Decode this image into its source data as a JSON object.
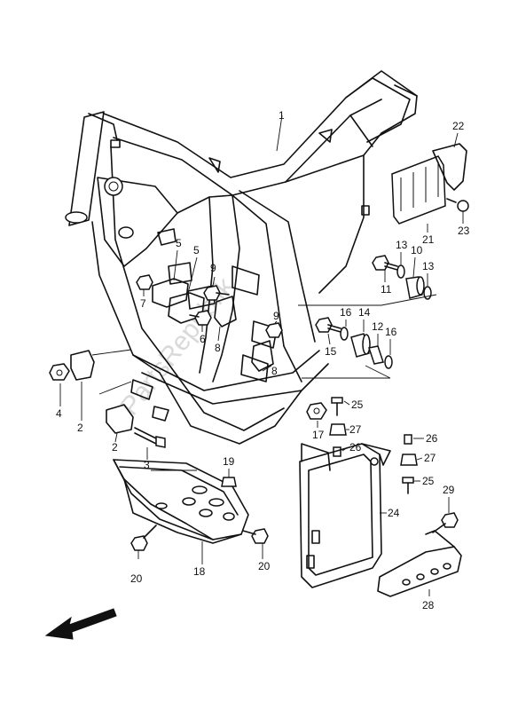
{
  "diagram": {
    "callouts": [
      "1",
      "2",
      "2",
      "3",
      "4",
      "5",
      "5",
      "6",
      "7",
      "8",
      "8",
      "9",
      "9",
      "10",
      "11",
      "12",
      "13",
      "13",
      "14",
      "15",
      "16",
      "16",
      "17",
      "18",
      "19",
      "20",
      "20",
      "21",
      "22",
      "23",
      "24",
      "25",
      "25",
      "26",
      "26",
      "27",
      "27",
      "28",
      "29"
    ],
    "watermark": "PartsRepublik",
    "direction_arrow": "front-direction-arrow-icon"
  }
}
